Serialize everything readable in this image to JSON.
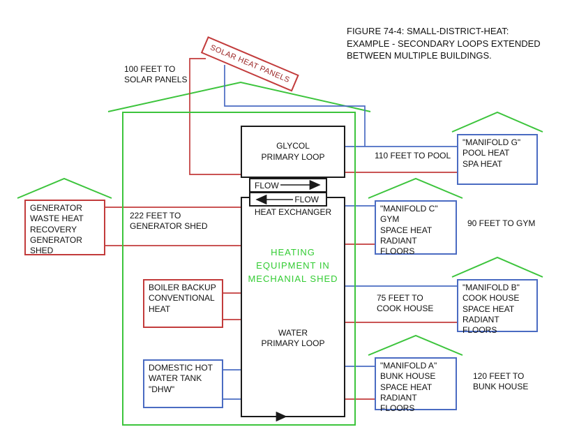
{
  "figure": {
    "title": "FIGURE 74-4: SMALL-DISTRICT-HEAT:\nEXAMPLE - SECONDARY LOOPS EXTENDED\nBETWEEN MULTIPLE BUILDINGS."
  },
  "solar": {
    "panel_label": "SOLAR HEAT PANELS",
    "distance_label": "100 FEET TO\nSOLAR PANELS"
  },
  "mechanical_shed": {
    "glycol_loop_label": "GLYCOL\nPRIMARY LOOP",
    "flow_top_label": "FLOW",
    "flow_bottom_label": "FLOW",
    "heat_exchanger_label": "HEAT EXCHANGER",
    "equipment_note": "HEATING\nEQUIPMENT IN\nMECHANIAL SHED",
    "water_loop_label": "WATER\nPRIMARY LOOP"
  },
  "sources": {
    "generator": {
      "label": "GENERATOR\nWASTE HEAT\nRECOVERY\nGENERATOR\nSHED",
      "distance_label": "222 FEET TO\nGENERATOR SHED"
    },
    "boiler": {
      "label": "BOILER BACKUP\nCONVENTIONAL\nHEAT"
    },
    "dhw": {
      "label": "DOMESTIC HOT\nWATER TANK\n\"DHW\""
    }
  },
  "manifolds": {
    "g": {
      "label": "\"MANIFOLD G\"\nPOOL HEAT\nSPA HEAT",
      "distance_label": "110 FEET TO POOL"
    },
    "c": {
      "label": "\"MANIFOLD C\"\nGYM\nSPACE HEAT\nRADIANT FLOORS",
      "distance_label": "90 FEET TO GYM"
    },
    "b": {
      "label": "\"MANIFOLD B\"\nCOOK HOUSE\nSPACE HEAT\nRADIANT FLOORS",
      "distance_label": "75 FEET TO\nCOOK HOUSE"
    },
    "a": {
      "label": "\"MANIFOLD A\"\nBUNK HOUSE\nSPACE HEAT\nRADIANT FLOORS",
      "distance_label": "120 FEET TO\nBUNK HOUSE"
    }
  },
  "colors": {
    "hot_pipe_red": "#c23b3b",
    "cold_pipe_blue": "#4a6bc2",
    "building_green": "#3cc43c",
    "equipment_outline_black": "#1a1a1a",
    "note_text_green": "#33cc33"
  }
}
